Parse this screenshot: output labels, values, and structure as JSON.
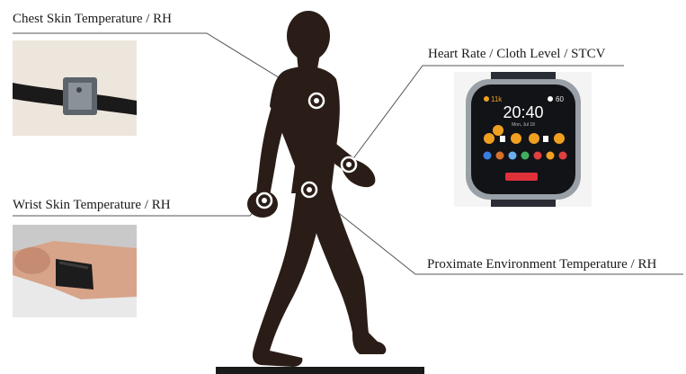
{
  "labels": {
    "chest": "Chest Skin Temperature / RH",
    "heart": "Heart Rate / Cloth Level / STCV",
    "wrist": "Wrist Skin Temperature / RH",
    "environment": "Proximate Environment Temperature / RH"
  },
  "watch": {
    "time": "20:40",
    "steps": "11k",
    "heart_rate": "60",
    "date": "Mon, Jul 18"
  },
  "colors": {
    "silhouette": "#2a1d17",
    "leader_line": "#555555",
    "sensor_ring": "#ffffff",
    "watch_accent": "#f0a020",
    "watch_button": "#e0303a"
  }
}
